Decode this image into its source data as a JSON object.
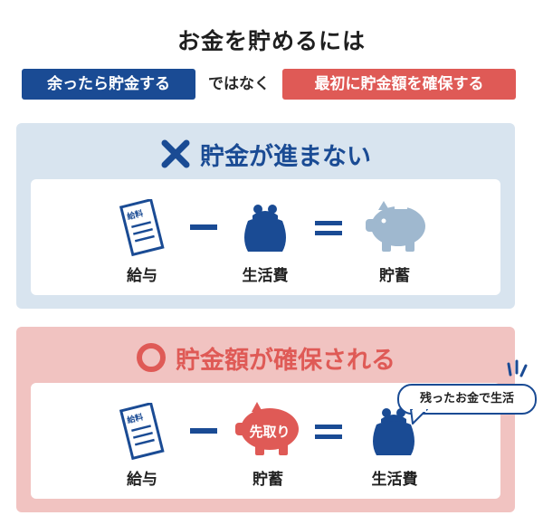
{
  "title": "お金を貯めるには",
  "subline": {
    "left_tag": "余ったら貯金する",
    "middle": "ではなく",
    "right_tag": "最初に貯金額を確保する"
  },
  "bad": {
    "heading": "貯金が進まない",
    "mark_icon": "cross-icon",
    "items": [
      "給与",
      "生活費",
      "貯蓄"
    ]
  },
  "good": {
    "heading": "貯金額が確保される",
    "mark_icon": "circle-icon",
    "items": [
      "給与",
      "貯蓄",
      "生活費"
    ],
    "piggy_label": "先取り",
    "bubble": "残ったお金で生活"
  },
  "icons": {
    "salary": "pay-envelope-icon",
    "wallet": "coin-purse-icon",
    "piggy": "piggy-bank-icon",
    "minus": "minus-icon",
    "equals": "equals-icon"
  },
  "colors": {
    "blue": "#1a4b94",
    "red": "#df5a56",
    "light_blue": "#d8e4ef",
    "light_red": "#f1c3c1",
    "piggy_blue": "#9fb8cf"
  },
  "envelope_text": "給料"
}
